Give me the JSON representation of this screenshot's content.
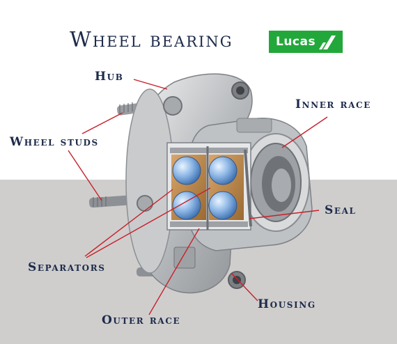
{
  "title": "Wheel bearing",
  "logo": {
    "text": "Lucas",
    "color": "#22a83a"
  },
  "colors": {
    "label_text": "#1d2a4a",
    "leader_lines": "#c8202a",
    "lower_background": "#cfcecd"
  },
  "labels": {
    "hub": "Hub",
    "inner_race": "Inner race",
    "wheel_studs": "Wheel studs",
    "seal": "Seal",
    "separators": "Separators",
    "housing": "Housing",
    "outer_race": "Outer race"
  }
}
